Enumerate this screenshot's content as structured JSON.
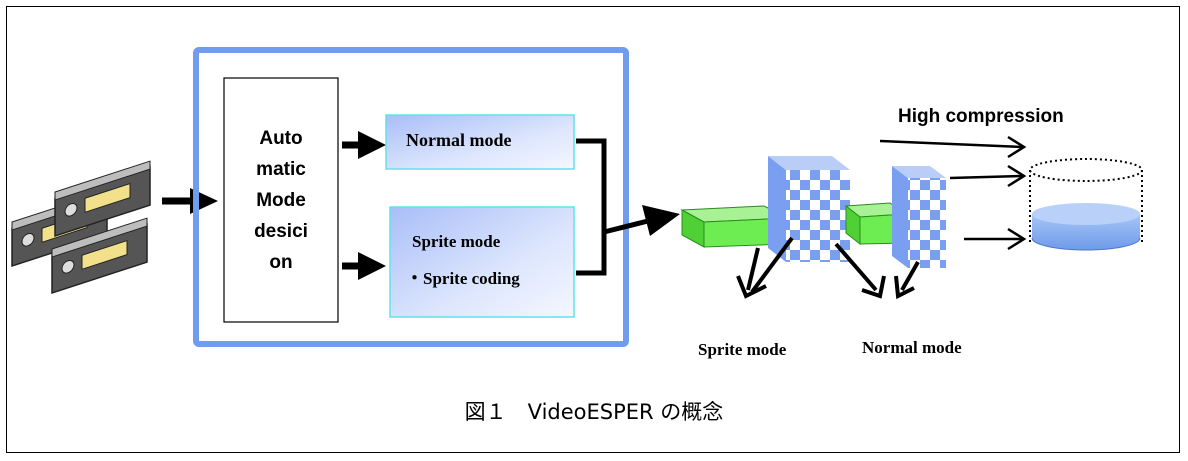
{
  "decision_box": {
    "lines": [
      "Auto",
      "matic",
      "Mode",
      "desici",
      "on"
    ]
  },
  "normal_box": {
    "label": "Normal mode"
  },
  "sprite_box": {
    "title": "Sprite mode",
    "bullet": "・Sprite coding"
  },
  "right_labels": {
    "high_compression": "High compression",
    "sprite_mode": "Sprite mode",
    "normal_mode": "Normal mode"
  },
  "caption": "図１　VideoESPER の概念",
  "colors": {
    "outer_frame": "#6f9cef",
    "mode_box_border": "#5fe3e8",
    "mode_box_fill": "#c4d3fb",
    "green_block": "#6eed52",
    "checker_blue": "#7b9ff0",
    "disk_blue": "#8fb5f3"
  },
  "icons": [
    "videotape-stack-icon",
    "arrow-icon",
    "disk-storage-icon"
  ]
}
